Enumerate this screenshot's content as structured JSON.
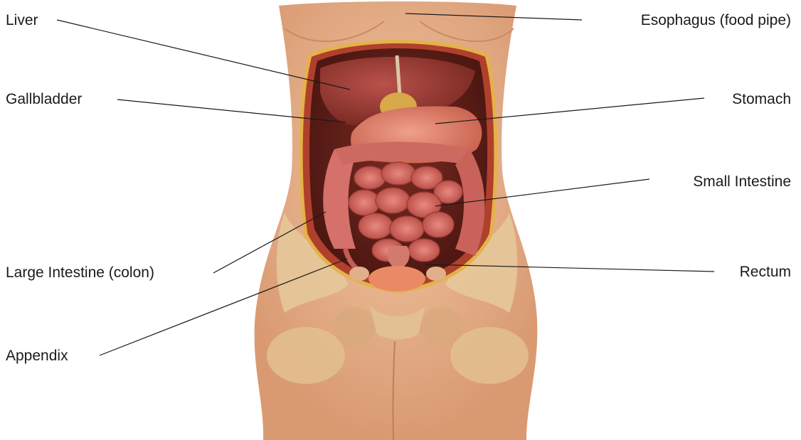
{
  "labels": {
    "liver": "Liver",
    "gallbladder": "Gallbladder",
    "large_intestine": "Large Intestine (colon)",
    "appendix": "Appendix",
    "esophagus": "Esophagus (food pipe)",
    "stomach": "Stomach",
    "small_intestine": "Small Intestine",
    "rectum": "Rectum"
  },
  "colors": {
    "skin": "#e9b892",
    "cavity_lining": "#b0402c",
    "organ_red": "#a8443a",
    "intestine": "#d5706a",
    "bone": "#e6c89a",
    "leader_line": "#1a1a1a"
  }
}
